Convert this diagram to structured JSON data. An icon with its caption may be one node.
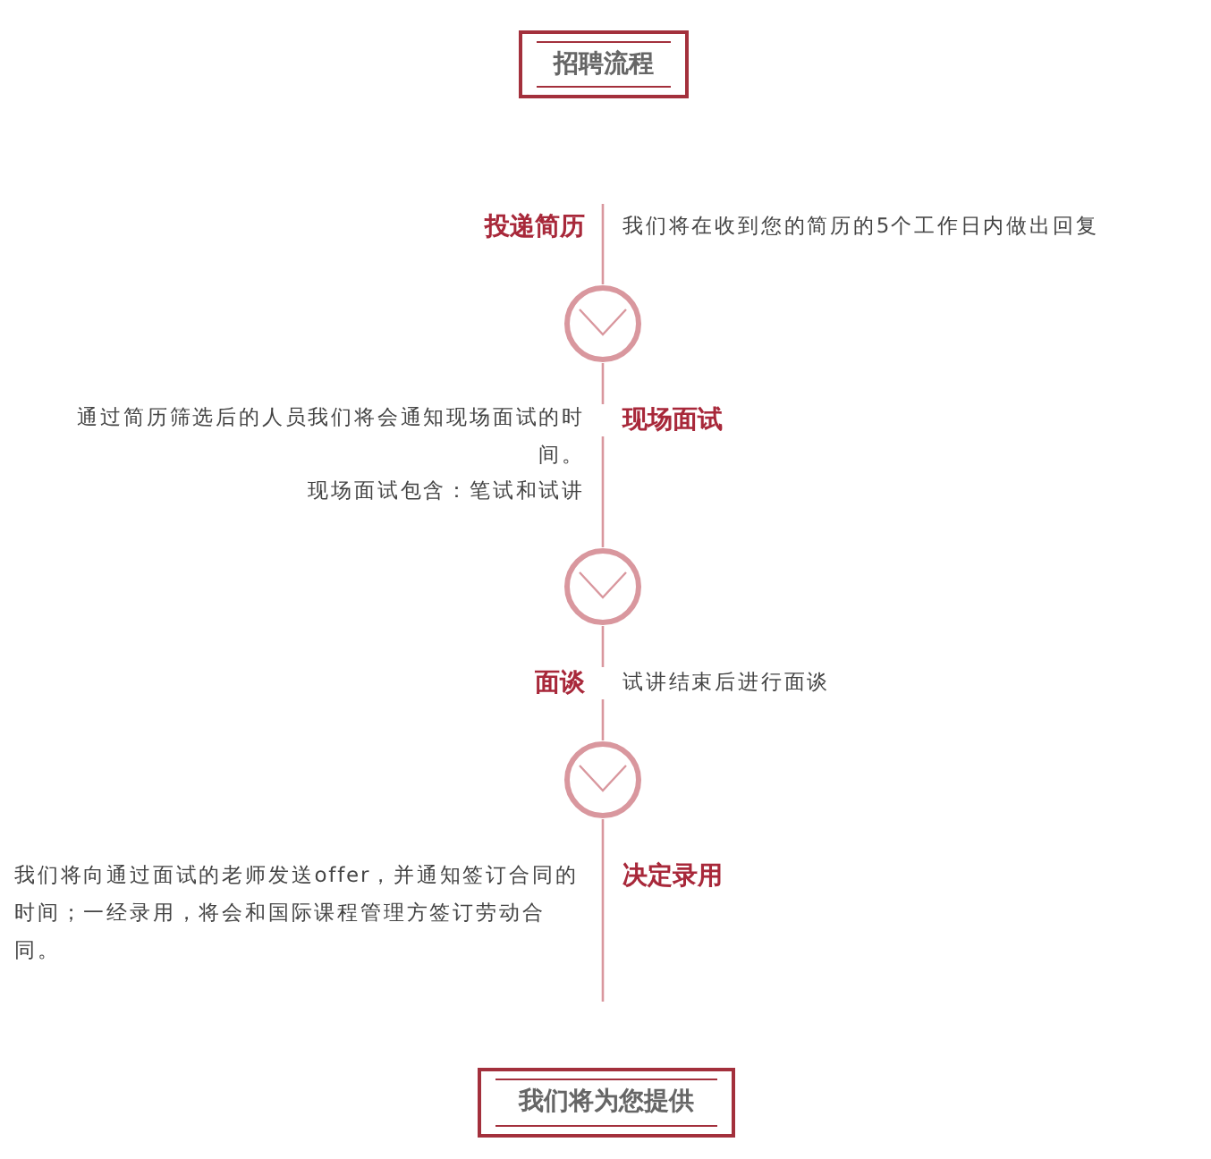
{
  "diagram": {
    "title": "招聘流程",
    "nodes": [
      {
        "text": [
          "投递简历"
        ],
        "beside": [
          "我们将在收到您的简历的5个工作日内做出回复"
        ]
      },
      {
        "text": [],
        "shape": "circle"
      },
      {
        "text": [
          "现场面试"
        ],
        "beside": [
          "通过简历筛选后的人员我们将会通知现场面试的时间。",
          "现场面试包含：笔试和试讲"
        ]
      },
      {
        "text": [],
        "shape": "circle"
      },
      {
        "text": [
          "面谈"
        ],
        "beside": [
          "试讲结束后进行面谈"
        ]
      },
      {
        "text": [],
        "shape": "circle"
      },
      {
        "text": [
          "决定录用"
        ],
        "beside": [
          "我们将向通过面试的老师发送offer，并通知签订合同的时间；一经录用，将会和国际课程管理方签订劳动合同。"
        ]
      },
      {
        "text": [
          "我们将为您提供"
        ]
      }
    ],
    "edges": [
      {
        "from": 0,
        "to": 1,
        "arrow": "none"
      },
      {
        "from": 1,
        "to": 2,
        "arrow": "none"
      },
      {
        "from": 2,
        "to": 3,
        "arrow": "none"
      },
      {
        "from": 3,
        "to": 4,
        "arrow": "none"
      },
      {
        "from": 4,
        "to": 5,
        "arrow": "none"
      },
      {
        "from": 5,
        "to": 6,
        "arrow": "none"
      }
    ]
  }
}
